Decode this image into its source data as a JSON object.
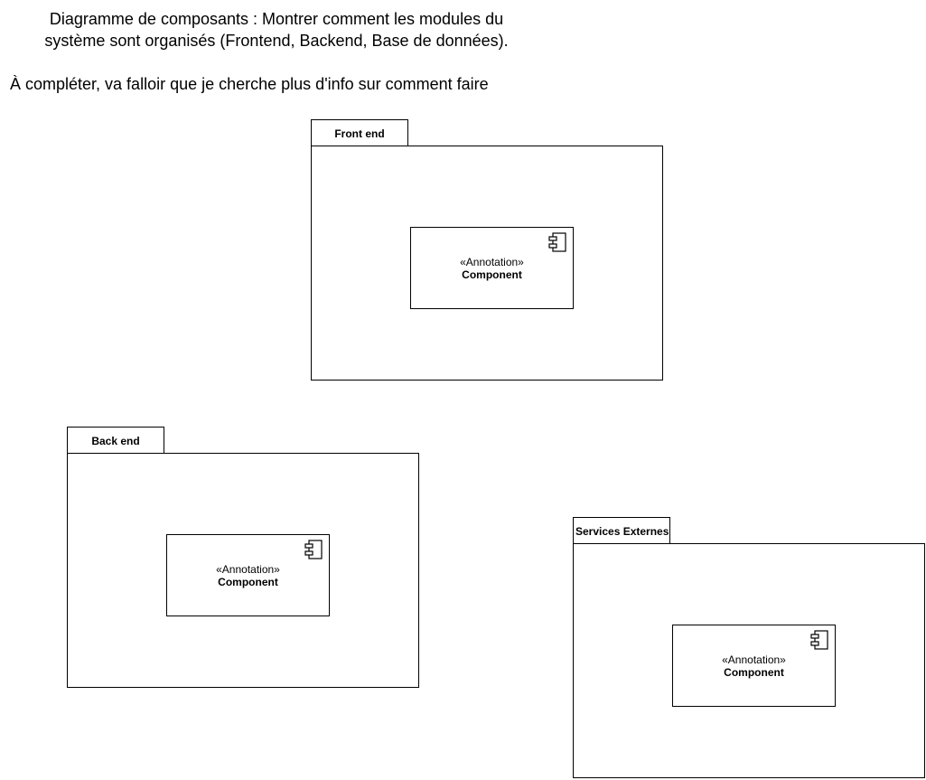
{
  "header": {
    "title_line1": "Diagramme de composants : Montrer comment les modules du",
    "title_line2": "système sont organisés (Frontend, Backend, Base de données).",
    "note": "À compléter, va falloir que je cherche plus d'info sur comment faire"
  },
  "packages": [
    {
      "name": "Front end",
      "component": {
        "stereotype": "«Annotation»",
        "name": "Component",
        "icon": "component-icon"
      }
    },
    {
      "name": "Back end",
      "component": {
        "stereotype": "«Annotation»",
        "name": "Component",
        "icon": "component-icon"
      }
    },
    {
      "name": "Services Externes",
      "component": {
        "stereotype": "«Annotation»",
        "name": "Component",
        "icon": "component-icon"
      }
    }
  ],
  "colors": {
    "stroke": "#000000",
    "fill": "#ffffff",
    "text": "#000000"
  }
}
